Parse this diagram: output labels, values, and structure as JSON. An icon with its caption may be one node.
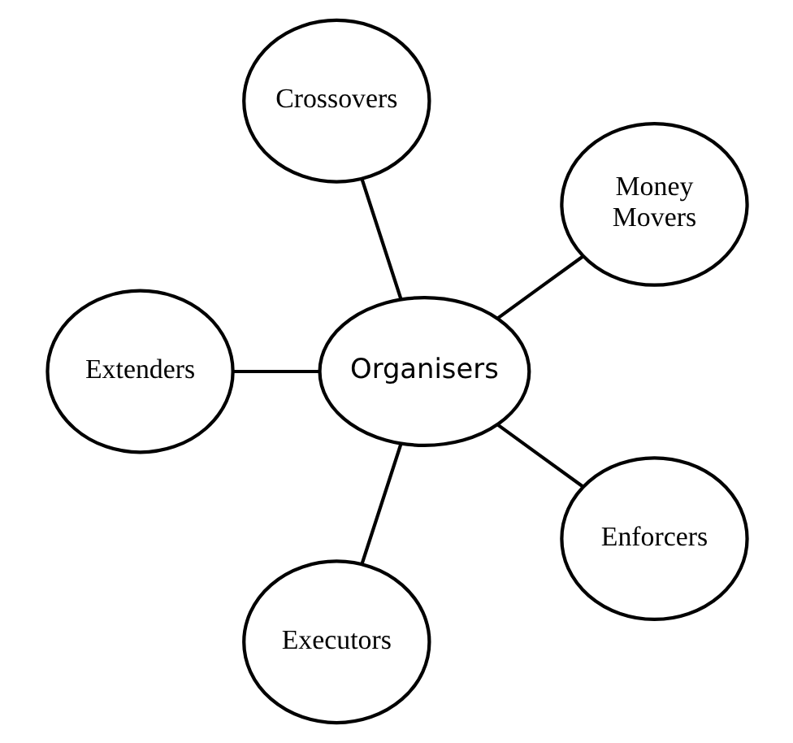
{
  "diagram": {
    "nodes": [
      {
        "text": [
          "Extenders"
        ]
      },
      {
        "text": [
          "Crossovers"
        ]
      },
      {
        "text": [
          "Organisers"
        ]
      },
      {
        "text": [
          "Executors"
        ]
      },
      {
        "text": [
          "Money Movers"
        ]
      },
      {
        "text": [
          "Enforcers"
        ]
      }
    ],
    "edges": [
      {
        "from": 2,
        "to": 0,
        "arrow": "none"
      },
      {
        "from": 2,
        "to": 1,
        "arrow": "none"
      },
      {
        "from": 2,
        "to": 3,
        "arrow": "none"
      },
      {
        "from": 2,
        "to": 4,
        "arrow": "none"
      },
      {
        "from": 2,
        "to": 5,
        "arrow": "none"
      }
    ]
  }
}
